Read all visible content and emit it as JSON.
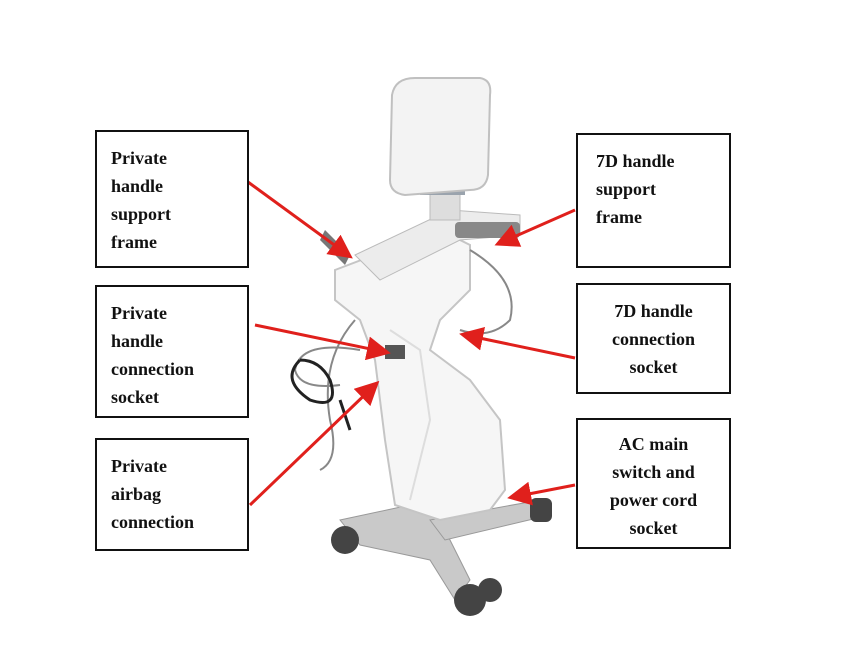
{
  "labels": {
    "private_handle_support_frame": [
      "Private",
      "handle",
      "support",
      "frame"
    ],
    "private_handle_connection_socket": [
      "Private",
      "handle",
      "connection",
      "socket"
    ],
    "private_airbag_connection": [
      "Private",
      "airbag",
      "connection"
    ],
    "handle_7d_support_frame": [
      "7D handle",
      "support",
      "frame"
    ],
    "handle_7d_connection_socket": [
      "7D handle",
      "connection",
      "socket"
    ],
    "ac_main_switch": [
      "AC main",
      "switch and",
      "power cord",
      "socket"
    ]
  },
  "colors": {
    "arrow": "#e0201c",
    "border": "#111111",
    "device": "#f4f4f4",
    "device_shade": "#cfcfcf"
  }
}
